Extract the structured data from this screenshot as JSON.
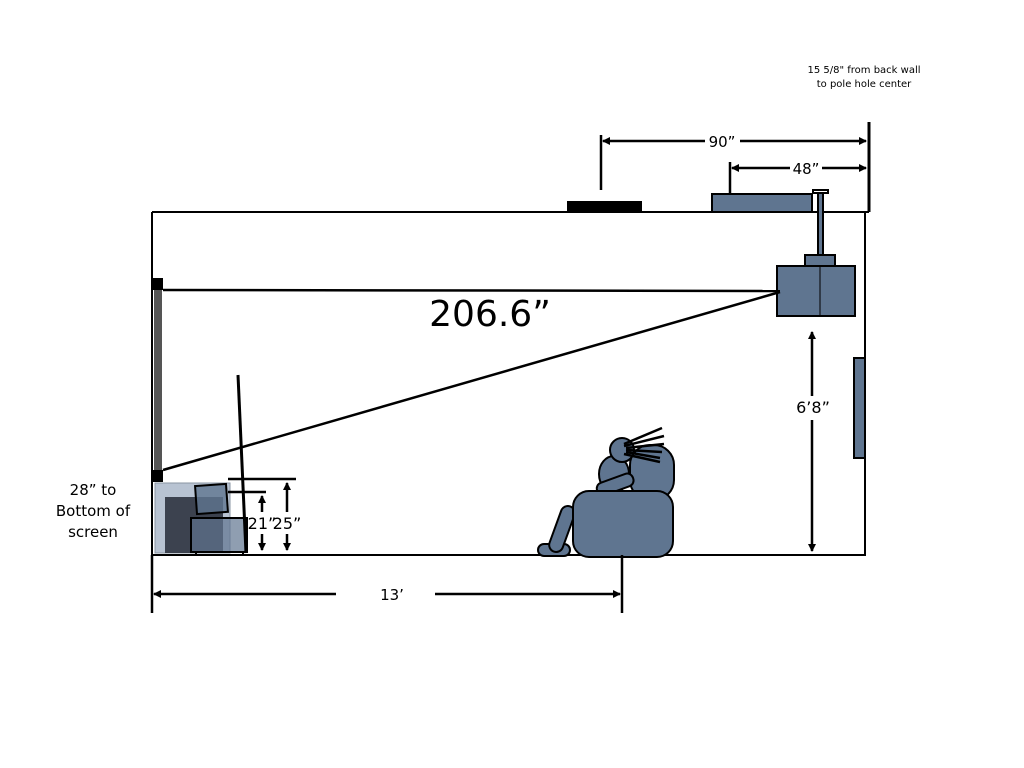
{
  "labels": {
    "pole_note_line1": "15 5/8\" from back wall",
    "pole_note_line2": "to pole hole center",
    "dim_90": "90”",
    "dim_48": "48”",
    "throw_distance": "206.6”",
    "projector_height": "6’8”",
    "screen_bottom_line1": "28” to",
    "screen_bottom_line2": "Bottom of",
    "screen_bottom_line3": "screen",
    "dim_21": "21”",
    "dim_25": "25”",
    "seat_distance": "13’"
  },
  "colors": {
    "furniture": "#5f7590",
    "screen": "#555555",
    "stand": "#b8c3d2",
    "stand_dark": "#2f3440"
  }
}
